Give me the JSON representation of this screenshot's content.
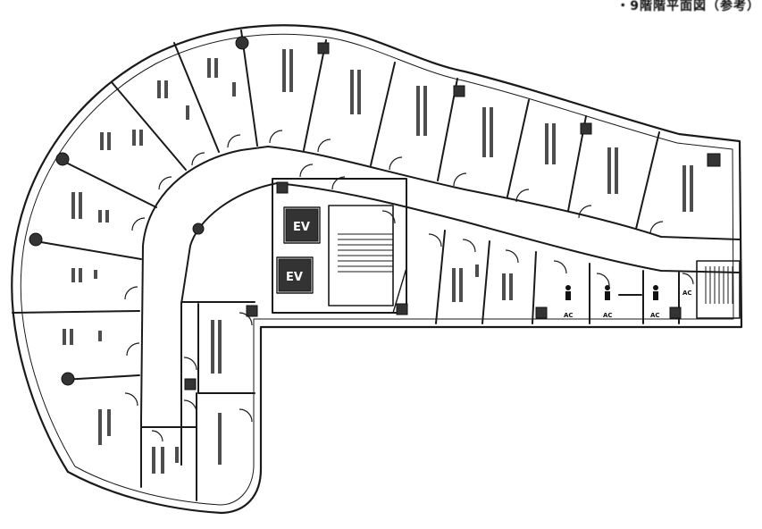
{
  "header": {
    "caption": "・9階階平面図（参考）"
  },
  "elevator_labels": [
    "EV",
    "EV"
  ],
  "restroom_labels": [
    "AC",
    "AC",
    "AC",
    "AC"
  ],
  "colors": {
    "ink": "#1a1a1a",
    "paper": "#ffffff",
    "shaft": "#333333"
  }
}
